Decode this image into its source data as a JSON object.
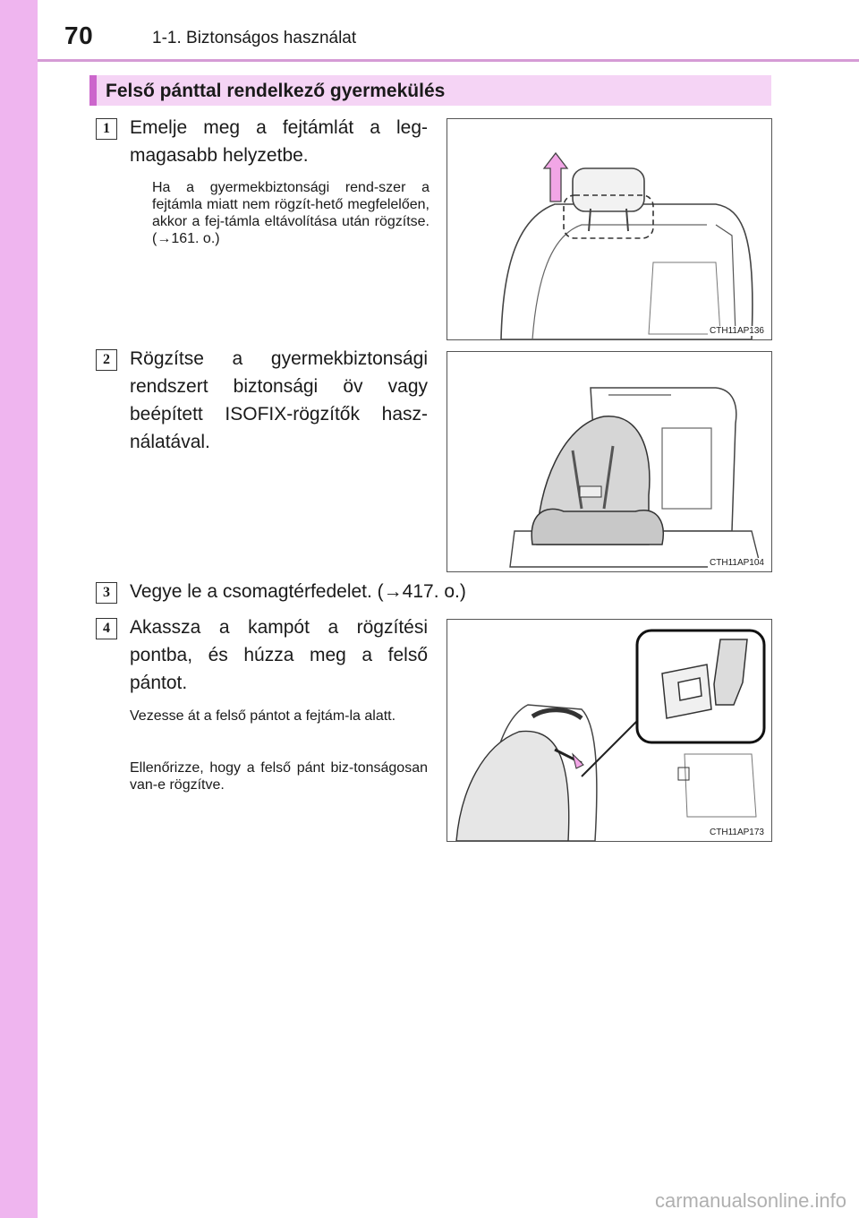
{
  "header": {
    "page_number": "70",
    "running_title": "1-1. Biztonságos használat"
  },
  "section": {
    "title": "Felső pánttal rendelkező gyermekülés"
  },
  "steps": [
    {
      "number": "1",
      "text": "Emelje meg a fejtámlát a leg-magasabb helyzetbe.",
      "notes": [
        "Ha a gyermekbiztonsági rend-szer a fejtámla miatt nem rögzít-hető megfelelően, akkor a fej-támla eltávolítása után rögzítse. (→161. o.)"
      ],
      "figure_code": "CTH11AP136"
    },
    {
      "number": "2",
      "text": "Rögzítse a gyermekbiztonsági rendszert biztonsági öv vagy beépített ISOFIX-rögzítők hasz-nálatával.",
      "notes": [],
      "figure_code": "CTH11AP104"
    },
    {
      "number": "3",
      "text": "Vegye le a csomagtérfedelet. (→417. o.)",
      "notes": [],
      "figure_code": ""
    },
    {
      "number": "4",
      "text": "Akassza a kampót a rögzítési pontba, és húzza meg a felső pántot.",
      "notes": [
        "Vezesse át a felső pántot a fejtám-la alatt.",
        "Ellenőrizze, hogy a felső pánt biz-tonságosan van-e rögzítve."
      ],
      "figure_code": "CTH11AP173"
    }
  ],
  "colors": {
    "side_band": "#efb5ef",
    "section_bar": "#f5d4f5",
    "section_accent": "#cc66cc",
    "arrow_pink": "#f2a6e6"
  },
  "watermark": "carmanualsonline.info"
}
